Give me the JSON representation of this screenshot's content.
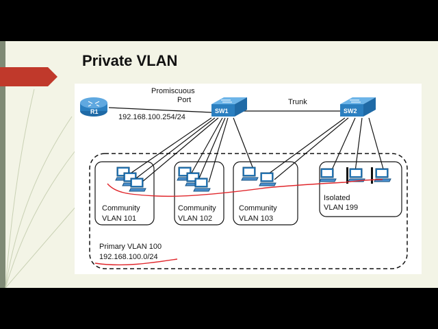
{
  "slide": {
    "title": "Private VLAN",
    "accent_color": "#c0392b"
  },
  "diagram": {
    "router": "R1",
    "router_ip": "192.168.100.254/24",
    "promiscuous_line1": "Promiscuous",
    "promiscuous_line2": "Port",
    "trunk": "Trunk",
    "switch1": "SW1",
    "switch2": "SW2",
    "groups": [
      {
        "line1": "Community",
        "line2": "VLAN 101"
      },
      {
        "line1": "Community",
        "line2": "VLAN 102"
      },
      {
        "line1": "Community",
        "line2": "VLAN 103"
      },
      {
        "line1": "Isolated",
        "line2": "VLAN 199"
      }
    ],
    "primary_line1": "Primary VLAN 100",
    "primary_line2": "192.168.100.0/24",
    "device_color": "#2b7fc0",
    "annotation_color": "#e0262b"
  }
}
